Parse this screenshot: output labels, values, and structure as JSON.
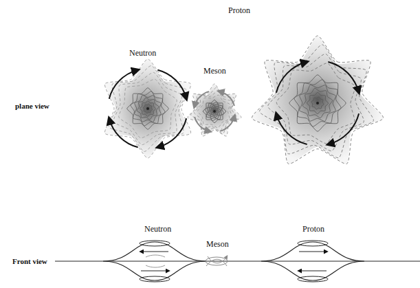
{
  "diagram": {
    "labels": [
      "Proton",
      "Neutron",
      "Meson",
      "plane view",
      "Front view",
      "Neutron",
      "Meson",
      "Proton"
    ]
  }
}
